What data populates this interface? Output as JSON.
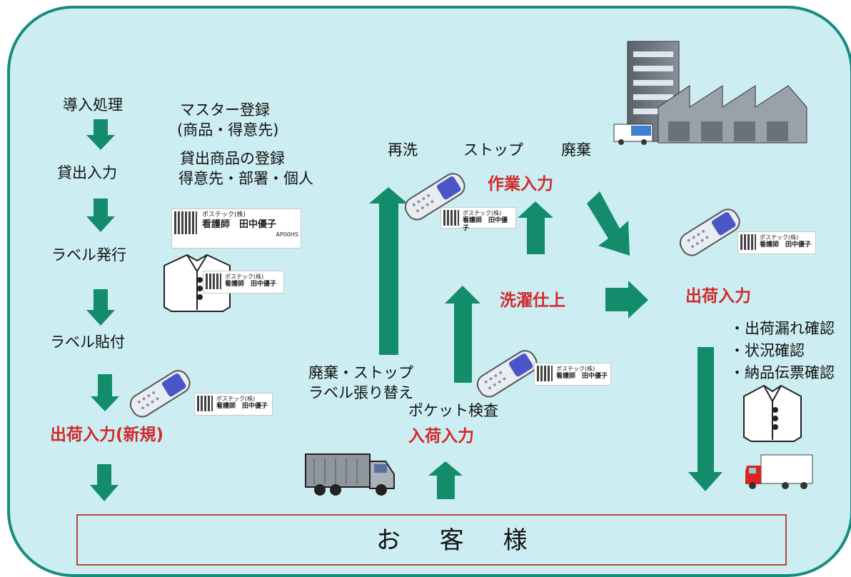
{
  "left_flow": {
    "step1": "導入処理",
    "step2": "貸出入力",
    "step3": "ラベル発行",
    "step4": "ラベル貼付",
    "step5": "出荷入力(新規)"
  },
  "notes": {
    "master_line1": "マスター登録",
    "master_line2": "(商品・得意先)",
    "rental_line1": "貸出商品の登録",
    "rental_line2": "得意先・部署・個人"
  },
  "middle": {
    "rewash": "再洗",
    "stop": "ストップ",
    "dispose": "廃棄",
    "work_input": "作業入力",
    "washing_finish": "洗濯仕上",
    "relabel_line1": "廃棄・ストップ",
    "relabel_line2": "ラベル張り替え",
    "pocket_check": "ポケット検査",
    "receiving_input": "入荷入力"
  },
  "right": {
    "shipping_input": "出荷入力",
    "check1": "・出荷漏れ確認",
    "check2": "・状況確認",
    "check3": "・納品伝票確認"
  },
  "customer": "お 客 様",
  "label_sample": {
    "company": "ポステック(株)",
    "name_line": "看護師　田中優子",
    "code": "AP00HS"
  },
  "colors": {
    "panel_bg": "#ccedf1",
    "panel_border": "#178c7d",
    "arrow": "#138c6c",
    "emphasis_red": "#d2292b"
  }
}
